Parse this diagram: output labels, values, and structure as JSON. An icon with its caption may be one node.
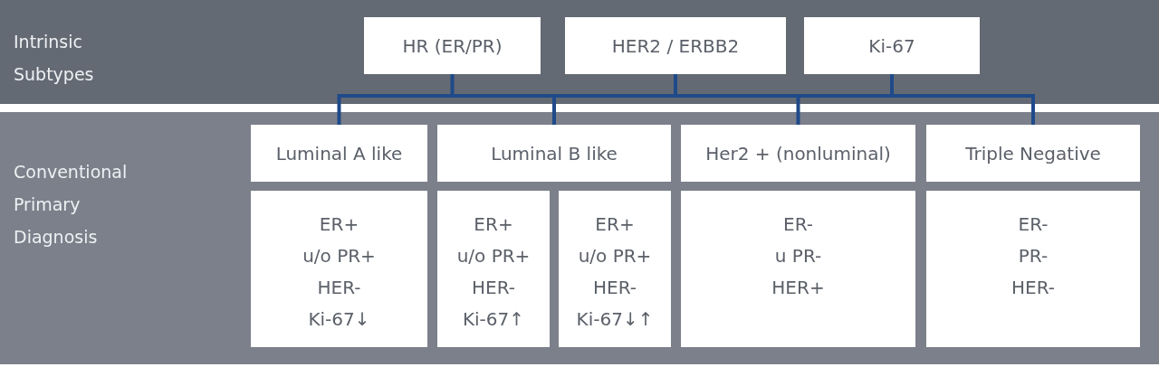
{
  "diagram": {
    "nodes": [
      {
        "text": [
          "Intrinsic Subtypes"
        ]
      },
      {
        "text": [
          "HR (ER/PR)"
        ],
        "in": 0
      },
      {
        "text": [
          "HER2 / ERBB2"
        ],
        "in": 0
      },
      {
        "text": [
          "Ki-67"
        ],
        "in": 0
      },
      {
        "text": [
          "Conventional Primary Diagnosis"
        ]
      },
      {
        "text": [
          "Luminal A like"
        ],
        "in": 4
      },
      {
        "text": [
          "Luminal B like"
        ],
        "in": 4
      },
      {
        "text": [
          "Her2 + (nonluminal)"
        ],
        "in": 4
      },
      {
        "text": [
          "Triple Negative"
        ],
        "in": 4
      },
      {
        "text": [
          "ER+",
          "u/o PR+",
          "HER-",
          "Ki-67↓"
        ],
        "in": 4
      },
      {
        "text": [
          "ER+",
          "u/o PR+",
          "HER-",
          "Ki-67↑"
        ],
        "in": 4
      },
      {
        "text": [
          "ER+",
          "u/o PR+",
          "HER-",
          "Ki-67↓↑"
        ],
        "in": 4
      },
      {
        "text": [
          "ER-",
          "u PR-",
          "HER+"
        ],
        "in": 4
      },
      {
        "text": [
          "ER-",
          "PR-",
          "HER-"
        ],
        "in": 4
      }
    ],
    "edges": [
      {
        "from": 1,
        "to": 5,
        "arrow": "none"
      },
      {
        "from": 1,
        "to": 6,
        "arrow": "none"
      },
      {
        "from": 1,
        "to": 7,
        "arrow": "none"
      },
      {
        "from": 1,
        "to": 8,
        "arrow": "none"
      },
      {
        "from": 2,
        "to": 5,
        "arrow": "none"
      },
      {
        "from": 2,
        "to": 6,
        "arrow": "none"
      },
      {
        "from": 2,
        "to": 7,
        "arrow": "none"
      },
      {
        "from": 2,
        "to": 8,
        "arrow": "none"
      },
      {
        "from": 3,
        "to": 5,
        "arrow": "none"
      },
      {
        "from": 3,
        "to": 6,
        "arrow": "none"
      },
      {
        "from": 3,
        "to": 7,
        "arrow": "none"
      },
      {
        "from": 3,
        "to": 8,
        "arrow": "none"
      }
    ]
  }
}
